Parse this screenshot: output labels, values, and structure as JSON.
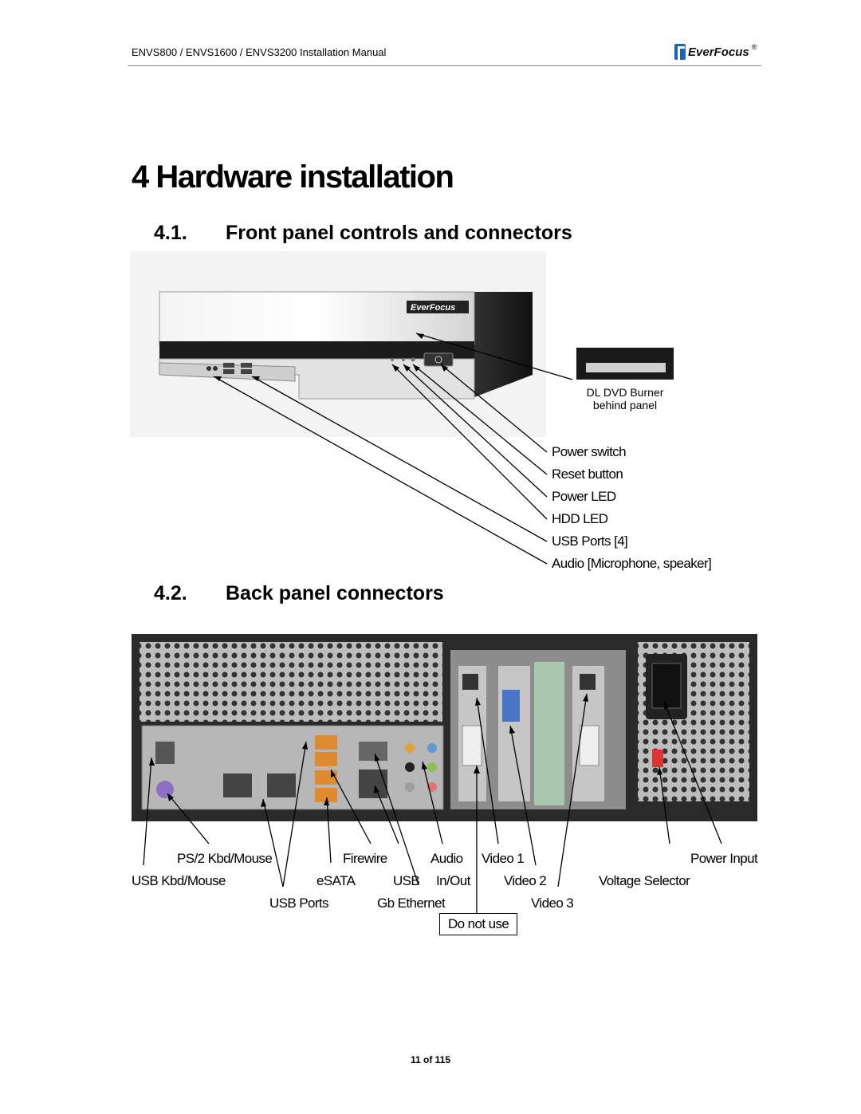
{
  "header": {
    "manual_title": "ENVS800 / ENVS1600 / ENVS3200 Installation Manual",
    "logo_text": "EverFocus",
    "logo_reg": "®"
  },
  "chapter": {
    "title": "4 Hardware installation"
  },
  "front": {
    "number": "4.1.",
    "title": "Front panel controls and connectors",
    "device_logo": "EverFocus",
    "dvd_label_1": "DL DVD Burner",
    "dvd_label_2": "behind panel",
    "labels": [
      "Power switch",
      "Reset button",
      "Power LED",
      "HDD LED",
      "USB Ports [4]",
      "Audio [Microphone, speaker]"
    ]
  },
  "back": {
    "number": "4.2.",
    "title": "Back  panel connectors",
    "labels": {
      "ps2": "PS/2 Kbd/Mouse",
      "usb_kbd": "USB Kbd/Mouse",
      "usb_ports": "USB Ports",
      "firewire": "Firewire",
      "esata": "eSATA",
      "usb": "USB",
      "gb_ethernet": "Gb Ethernet",
      "audio": "Audio",
      "in_out": "In/Out",
      "video1": "Video 1",
      "video2": "Video 2",
      "video3": "Video 3",
      "do_not_use": "Do not use",
      "power_input": "Power Input",
      "voltage_selector": "Voltage Selector"
    }
  },
  "footer": {
    "page": "11 of 115"
  }
}
